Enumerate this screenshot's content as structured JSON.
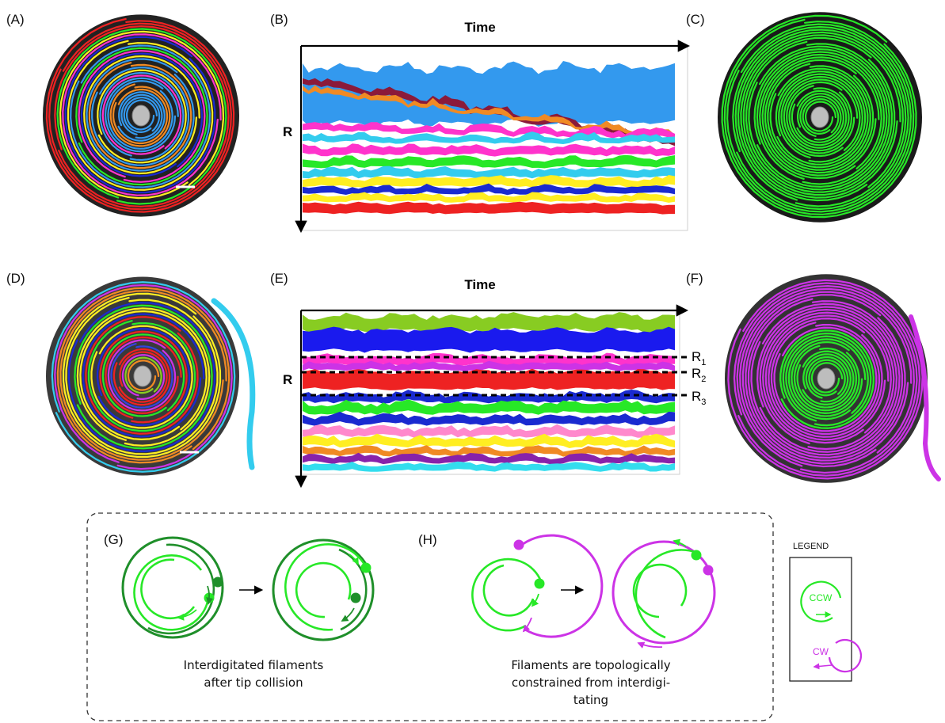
{
  "panel_labels": {
    "A": "(A)",
    "B": "(B)",
    "C": "(C)",
    "D": "(D)",
    "E": "(E)",
    "F": "(F)",
    "G": "(G)",
    "H": "(H)"
  },
  "plot_b": {
    "x_axis": "Time",
    "y_axis": "R"
  },
  "plot_e": {
    "x_axis": "Time",
    "y_axis": "R",
    "ref_lines": [
      {
        "main": "R",
        "sub": "1"
      },
      {
        "main": "R",
        "sub": "2"
      },
      {
        "main": "R",
        "sub": "3"
      }
    ]
  },
  "captions": {
    "g_line1": "Interdigitated filaments",
    "g_line2": "after tip collision",
    "h_line1": "Filaments are topologically",
    "h_line2": "constrained from interdigi-",
    "h_line3": "tating"
  },
  "legend": {
    "title": "LEGEND",
    "ccw": "CCW",
    "cw": "CW"
  },
  "colors": {
    "ccw_green": "#27e827",
    "dark_green": "#1f8f2a",
    "cw_magenta": "#cc33e6",
    "blue": "#3399ee",
    "red": "#ee2222",
    "yellow": "#ffee22",
    "orange": "#f08a24",
    "navy": "#1a2ad0",
    "grey": "#777777"
  }
}
